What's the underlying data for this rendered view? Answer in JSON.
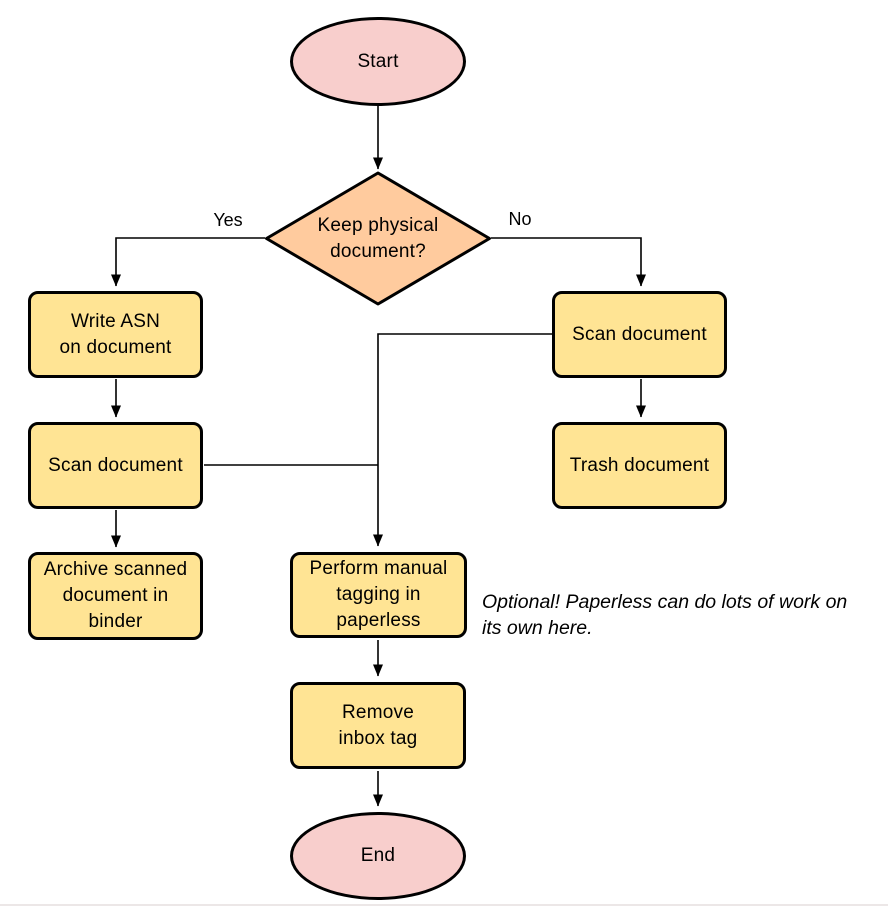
{
  "colors": {
    "terminal_fill": "#F8CECC",
    "decision_fill": "#FFCB9E",
    "process_fill": "#FFE494",
    "stroke": "#000000"
  },
  "nodes": {
    "start": {
      "label": "Start",
      "type": "terminal"
    },
    "decision": {
      "label": "Keep physical\ndocument?",
      "type": "decision"
    },
    "write_asn": {
      "label": "Write ASN\non document",
      "type": "process"
    },
    "scan_left": {
      "label": "Scan document",
      "type": "process"
    },
    "archive": {
      "label": "Archive scanned\ndocument in\nbinder",
      "type": "process"
    },
    "scan_right": {
      "label": "Scan document",
      "type": "process"
    },
    "trash": {
      "label": "Trash document",
      "type": "process"
    },
    "tagging": {
      "label": "Perform manual\ntagging in\npaperless",
      "type": "process"
    },
    "remove_inbox": {
      "label": "Remove\ninbox tag",
      "type": "process"
    },
    "end": {
      "label": "End",
      "type": "terminal"
    }
  },
  "edge_labels": {
    "yes": "Yes",
    "no": "No"
  },
  "edges": [
    {
      "from": "start",
      "to": "decision",
      "label": ""
    },
    {
      "from": "decision",
      "to": "write_asn",
      "label": "Yes"
    },
    {
      "from": "decision",
      "to": "scan_right",
      "label": "No"
    },
    {
      "from": "write_asn",
      "to": "scan_left",
      "label": ""
    },
    {
      "from": "scan_left",
      "to": "archive",
      "label": ""
    },
    {
      "from": "scan_left",
      "to": "tagging",
      "label": ""
    },
    {
      "from": "scan_right",
      "to": "trash",
      "label": ""
    },
    {
      "from": "scan_right",
      "to": "tagging",
      "label": ""
    },
    {
      "from": "tagging",
      "to": "remove_inbox",
      "label": ""
    },
    {
      "from": "remove_inbox",
      "to": "end",
      "label": ""
    }
  ],
  "annotation": {
    "text": "Optional! Paperless can do lots of work on\nits own here."
  }
}
